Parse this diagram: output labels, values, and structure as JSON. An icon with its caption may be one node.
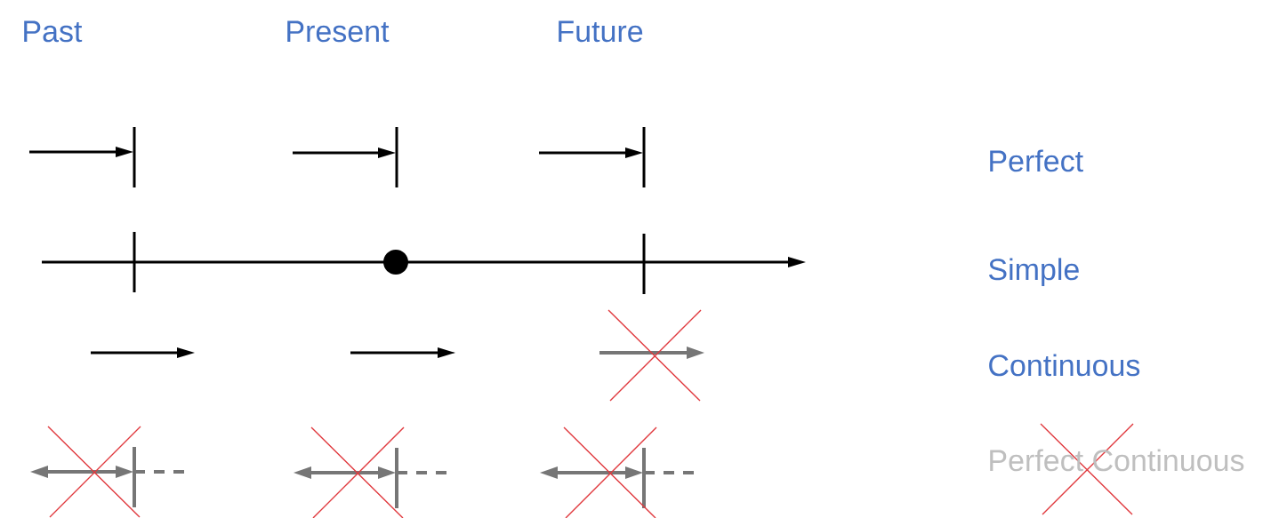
{
  "diagram": {
    "labels": [
      "Past",
      "Present",
      "Future",
      "Perfect",
      "Simple",
      "Continuous",
      "Perfect Continuous"
    ]
  }
}
